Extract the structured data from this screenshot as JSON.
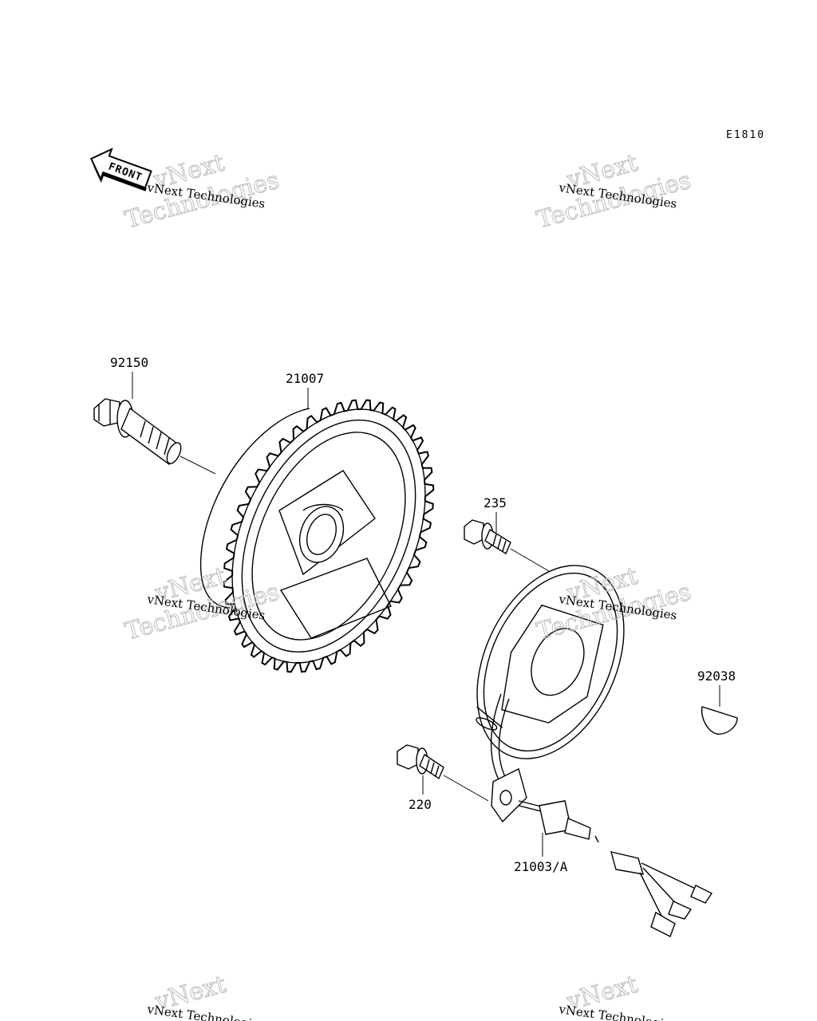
{
  "diagram_code": "E1810",
  "front_arrow_label": "FRONT",
  "parts": [
    {
      "id": "92150",
      "label": "92150"
    },
    {
      "id": "21007",
      "label": "21007"
    },
    {
      "id": "235",
      "label": "235"
    },
    {
      "id": "92038",
      "label": "92038"
    },
    {
      "id": "220",
      "label": "220"
    },
    {
      "id": "21003A",
      "label": "21003/A"
    }
  ],
  "watermark": {
    "small": "vNext Technologies",
    "line1": "vNext",
    "line2": "Technologies"
  }
}
